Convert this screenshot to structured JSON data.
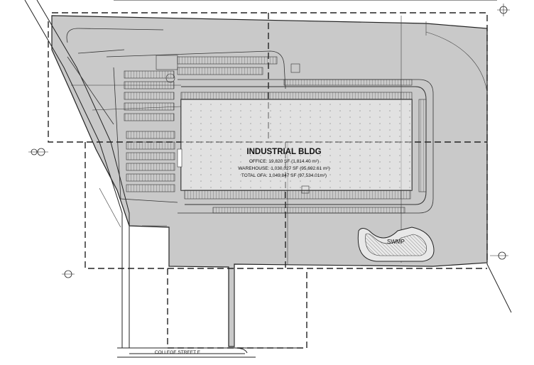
{
  "building": {
    "title": "INDUSTRIAL BLDG",
    "office": "OFFICE: 19,820 SF (1,814.40 m²)",
    "warehouse": "WAREHOUSE: 1,030,027 SF (95,692.61 m²)",
    "total": "TOTAL GFA: 1,049,847 SF (97,534.01m²)"
  },
  "pond": {
    "label": "SWMP"
  },
  "street": {
    "label": "COLLEGE STREET E"
  },
  "colors": {
    "site_fill": "#c9c9c9",
    "line": "#222222",
    "paper": "#ffffff"
  }
}
